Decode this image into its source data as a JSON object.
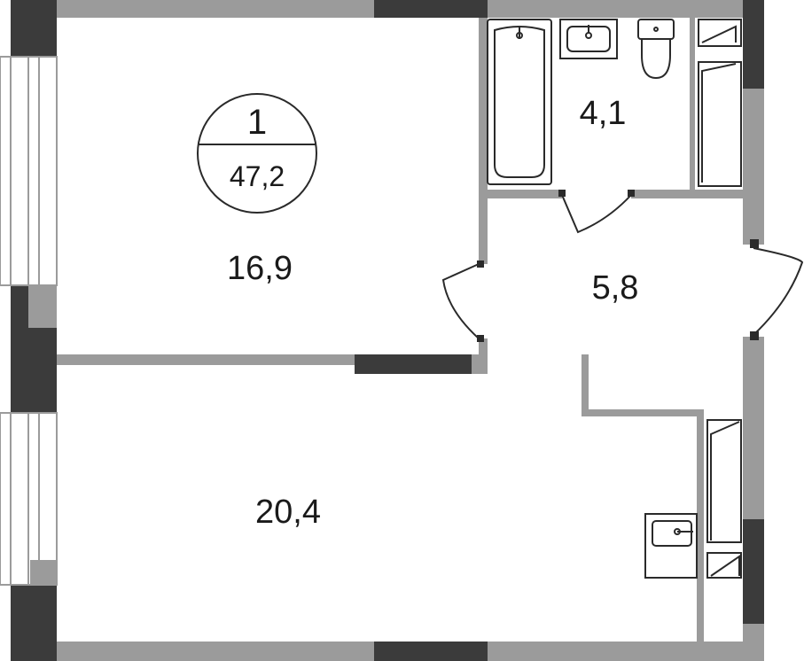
{
  "plan": {
    "rooms_count": "1",
    "total_area": "47,2",
    "rooms": [
      {
        "id": "bedroom",
        "area": "16,9"
      },
      {
        "id": "bathroom",
        "area": "4,1"
      },
      {
        "id": "hallway",
        "area": "5,8"
      },
      {
        "id": "kitchen-living",
        "area": "20,4"
      }
    ]
  },
  "colors": {
    "wall_light": "#9b9b9b",
    "wall_dark": "#3b3b3b",
    "line": "#2a2a2a",
    "background": "#ffffff"
  }
}
